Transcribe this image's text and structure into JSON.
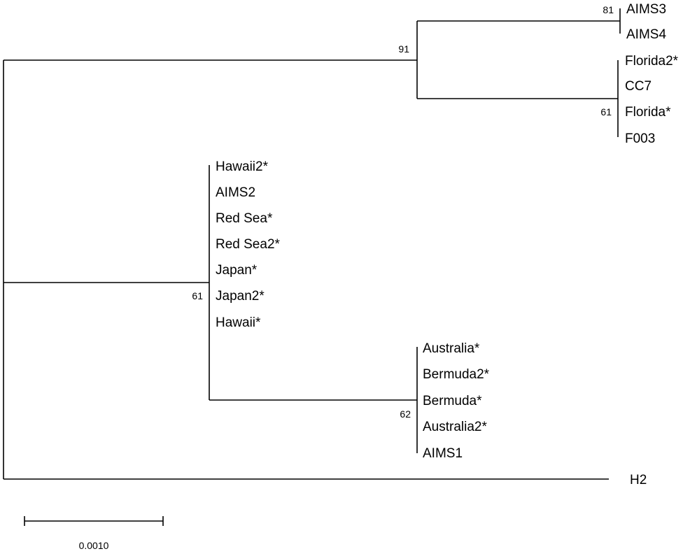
{
  "tree": {
    "taxa": {
      "aims3": "AIMS3",
      "aims4": "AIMS4",
      "florida2": "Florida2*",
      "cc7": "CC7",
      "florida": "Florida*",
      "f003": "F003",
      "hawaii2": "Hawaii2*",
      "aims2": "AIMS2",
      "red_sea": "Red Sea*",
      "red_sea2": "Red Sea2*",
      "japan": "Japan*",
      "japan2": "Japan2*",
      "hawaii": "Hawaii*",
      "australia": "Australia*",
      "bermuda2": "Bermuda2*",
      "bermuda": "Bermuda*",
      "australia2": "Australia2*",
      "aims1": "AIMS1",
      "h2": "H2"
    },
    "support": {
      "aims3_aims4": "81",
      "upper_clade": "91",
      "florida_group": "61",
      "lower_clade": "61",
      "australia_group": "62"
    },
    "scale_bar": {
      "label": "0.0010"
    }
  }
}
